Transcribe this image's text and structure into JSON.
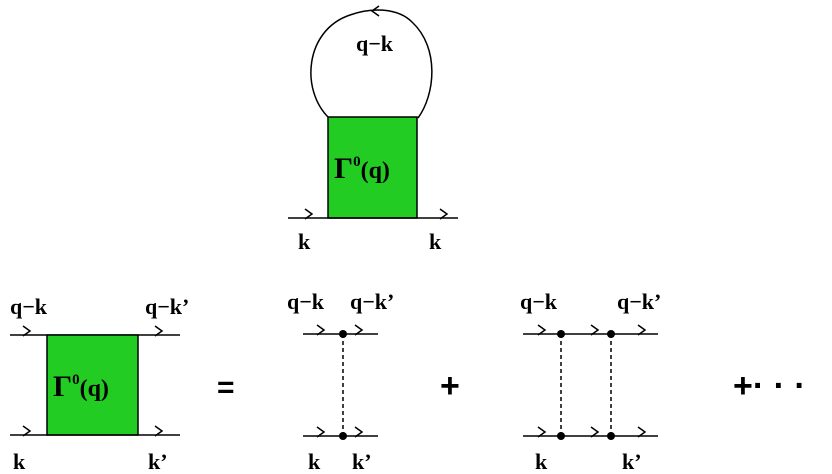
{
  "colors": {
    "vertex_fill": "#22cc22",
    "line": "#000000"
  },
  "top_diagram": {
    "loop_label": "q−k",
    "vertex_symbol": "Γ",
    "vertex_superscript": "0",
    "vertex_argument": "(q)",
    "in_label": "k",
    "out_label": "k"
  },
  "equation": {
    "lhs": {
      "top_left": "q−k",
      "top_right": "q−k’",
      "bottom_left": "k",
      "bottom_right": "k’",
      "vertex_symbol": "Γ",
      "vertex_superscript": "0",
      "vertex_argument": "(q)"
    },
    "equals": "=",
    "term1": {
      "top_left": "q−k",
      "top_right": "q−k’",
      "bottom_left": "k",
      "bottom_right": "k’"
    },
    "plus1": "+",
    "term2": {
      "top_left": "q−k",
      "top_right": "q−k’",
      "bottom_left": "k",
      "bottom_right": "k’"
    },
    "ellipsis": "+· · ·"
  }
}
